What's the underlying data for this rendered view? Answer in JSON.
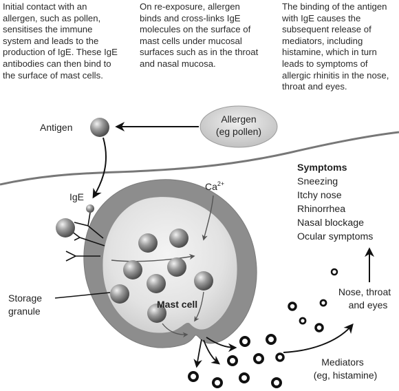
{
  "paragraphs": [
    "Initial contact with an allergen, such as pollen, sensitises the immune system and leads to the production of IgE. These IgE antibodies can then bind to the surface of mast cells.",
    "On re-exposure, allergen binds and cross-links IgE molecules on the surface of mast cells under mucosal surfaces such as in the throat and nasal mucosa.",
    "The binding of the antigen with IgE causes the subsequent release of mediators, including histamine, which in turn leads to symptoms of allergic rhinitis in the nose, throat and eyes."
  ],
  "labels": {
    "allergen_line1": "Allergen",
    "allergen_line2": "(eg pollen)",
    "antigen": "Antigen",
    "ige": "IgE",
    "calcium": "Ca",
    "calcium_sup": "2+",
    "storage_line1": "Storage",
    "storage_line2": "granule",
    "mast_cell": "Mast cell",
    "mediators_line1": "Mediators",
    "mediators_line2": "(eg, histamine)",
    "nose_line1": "Nose, throat",
    "nose_line2": "and eyes"
  },
  "symptoms": {
    "title": "Symptoms",
    "items": [
      "Sneezing",
      "Itchy nose",
      "Rhinorrhea",
      "Nasal blockage",
      "Ocular symptoms"
    ]
  }
}
